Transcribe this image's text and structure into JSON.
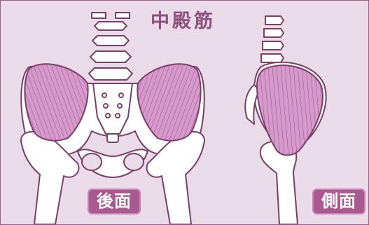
{
  "title": "中殿筋",
  "views": {
    "posterior_label": "後面",
    "lateral_label": "側面"
  },
  "colors": {
    "background": "#e9dbe8",
    "border": "#9b5f86",
    "title": "#8e4f7f",
    "bone_fill": "#ffffff",
    "bone_outline": "#7a3f68",
    "muscle_fill": "#d59acb",
    "muscle_fiber": "#9c4f8c",
    "label_bg": "#a8598f"
  },
  "icons": [
    "posterior-pelvis-illustration",
    "lateral-pelvis-illustration"
  ]
}
